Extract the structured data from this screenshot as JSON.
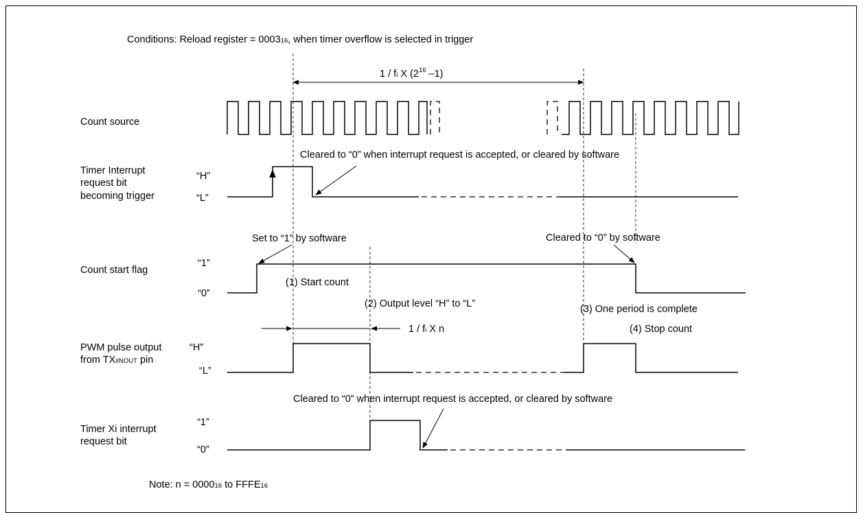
{
  "conditions": {
    "prefix": "Conditions: Reload register = 0003",
    "sub": "16",
    "suffix": ", when timer overflow is selected in trigger"
  },
  "period": {
    "a": "1 / f",
    "b": "i",
    "c": " X (2",
    "exp": "16",
    "d": " –1)"
  },
  "signals": {
    "count_source": "Count source",
    "timer_int": [
      "Timer Interrupt",
      "request bit",
      "becoming trigger"
    ],
    "count_start": "Count start flag",
    "pwm": [
      "PWM pulse output",
      "from TX"
    ],
    "pwm_pin": "iINOUT",
    "pwm_suffix": " pin",
    "timer_xi": [
      "Timer Xi interrupt",
      "request bit"
    ]
  },
  "levels": {
    "h": "“H”",
    "l": "“L”",
    "one": "“1”",
    "zero": "“0”"
  },
  "annotations": {
    "cleared_top": "Cleared to “0” when interrupt request is accepted, or cleared by software",
    "set_sw": "Set to “1”  by software",
    "cleared_sw": "Cleared to “0”  by software",
    "start_count": "(1) Start count",
    "output_level": "(2) Output level “H” to “L”",
    "one_period": "(3) One period is complete",
    "stop_count": "(4) Stop count",
    "cleared_bottom": "Cleared to “0” when interrupt request is accepted, or cleared by software"
  },
  "n_width": {
    "a": "1 / f",
    "b": "i",
    "c": "  X  n"
  },
  "note": {
    "a": "Note: n = 0000",
    "b": "16",
    "c": " to FFFE",
    "d": "16"
  }
}
